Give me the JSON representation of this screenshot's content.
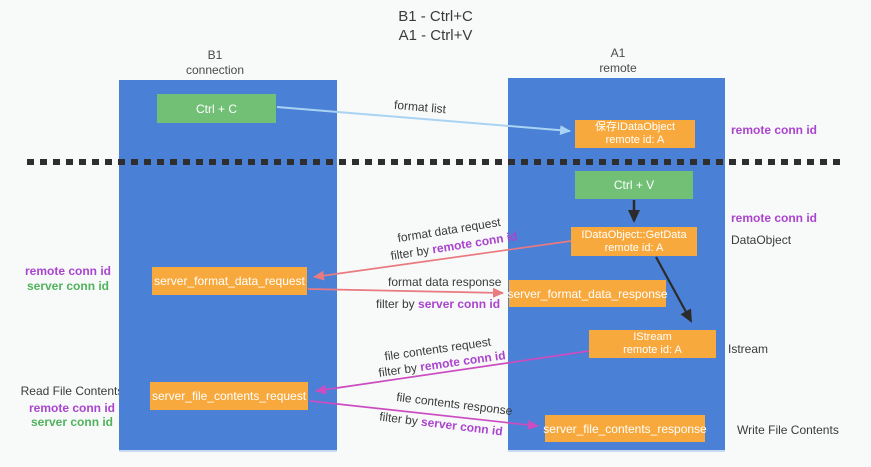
{
  "title": {
    "line1": "B1 - Ctrl+C",
    "line2": "A1 - Ctrl+V"
  },
  "lifelines": {
    "left": {
      "name": "B1",
      "role": "connection"
    },
    "right": {
      "name": "A1",
      "role": "remote"
    }
  },
  "boxes": {
    "ctrl_c": {
      "label": "Ctrl + C"
    },
    "ctrl_v": {
      "label": "Ctrl + V"
    },
    "save_dataobject": {
      "line1": "保存IDataObject",
      "line2": "remote id: A"
    },
    "getdata": {
      "line1": "IDataObject::GetData",
      "line2": "remote id: A"
    },
    "istream": {
      "line1": "IStream",
      "line2": "remote id: A"
    },
    "format_request": {
      "label": "server_format_data_request"
    },
    "format_response": {
      "label": "server_format_data_response"
    },
    "file_request": {
      "label": "server_file_contents_request"
    },
    "file_response": {
      "label": "server_file_contents_response"
    }
  },
  "side_labels": {
    "left_remote_conn_top": "remote conn id",
    "left_server_conn_top": "server conn id",
    "read_file_contents": "Read File Contents",
    "left_remote_conn_bottom": "remote conn id",
    "left_server_conn_bottom": "server conn id",
    "right_remote_conn_top": "remote conn id",
    "right_remote_conn_mid": "remote conn id",
    "dataobject": "DataObject",
    "istream": "Istream",
    "write_file_contents": "Write File Contents"
  },
  "arrow_labels": {
    "format_list": "format list",
    "format_data_request": "format data request",
    "filter_remote_1": {
      "prefix": "filter by ",
      "highlight": "remote conn id"
    },
    "format_data_response": "format data response",
    "filter_server_1": {
      "prefix": "filter by ",
      "highlight": "server conn id"
    },
    "file_contents_request": "file contents request",
    "filter_remote_2": {
      "prefix": "filter by ",
      "highlight": "remote conn id"
    },
    "file_contents_response": "file contents response",
    "filter_server_2": {
      "prefix": "filter by ",
      "highlight": "server conn id"
    }
  },
  "colors": {
    "lifeline_blue": "#4a80d6",
    "box_green": "#71c076",
    "box_orange": "#f8a93d",
    "purple_text": "#ab44ce",
    "green_text": "#4fb35c",
    "salmon_arrow": "#e87a80",
    "magenta_arrow": "#cc4dc1",
    "lightblue_arrow": "#a9d3f2",
    "black_arrow": "#2b2b2b"
  }
}
